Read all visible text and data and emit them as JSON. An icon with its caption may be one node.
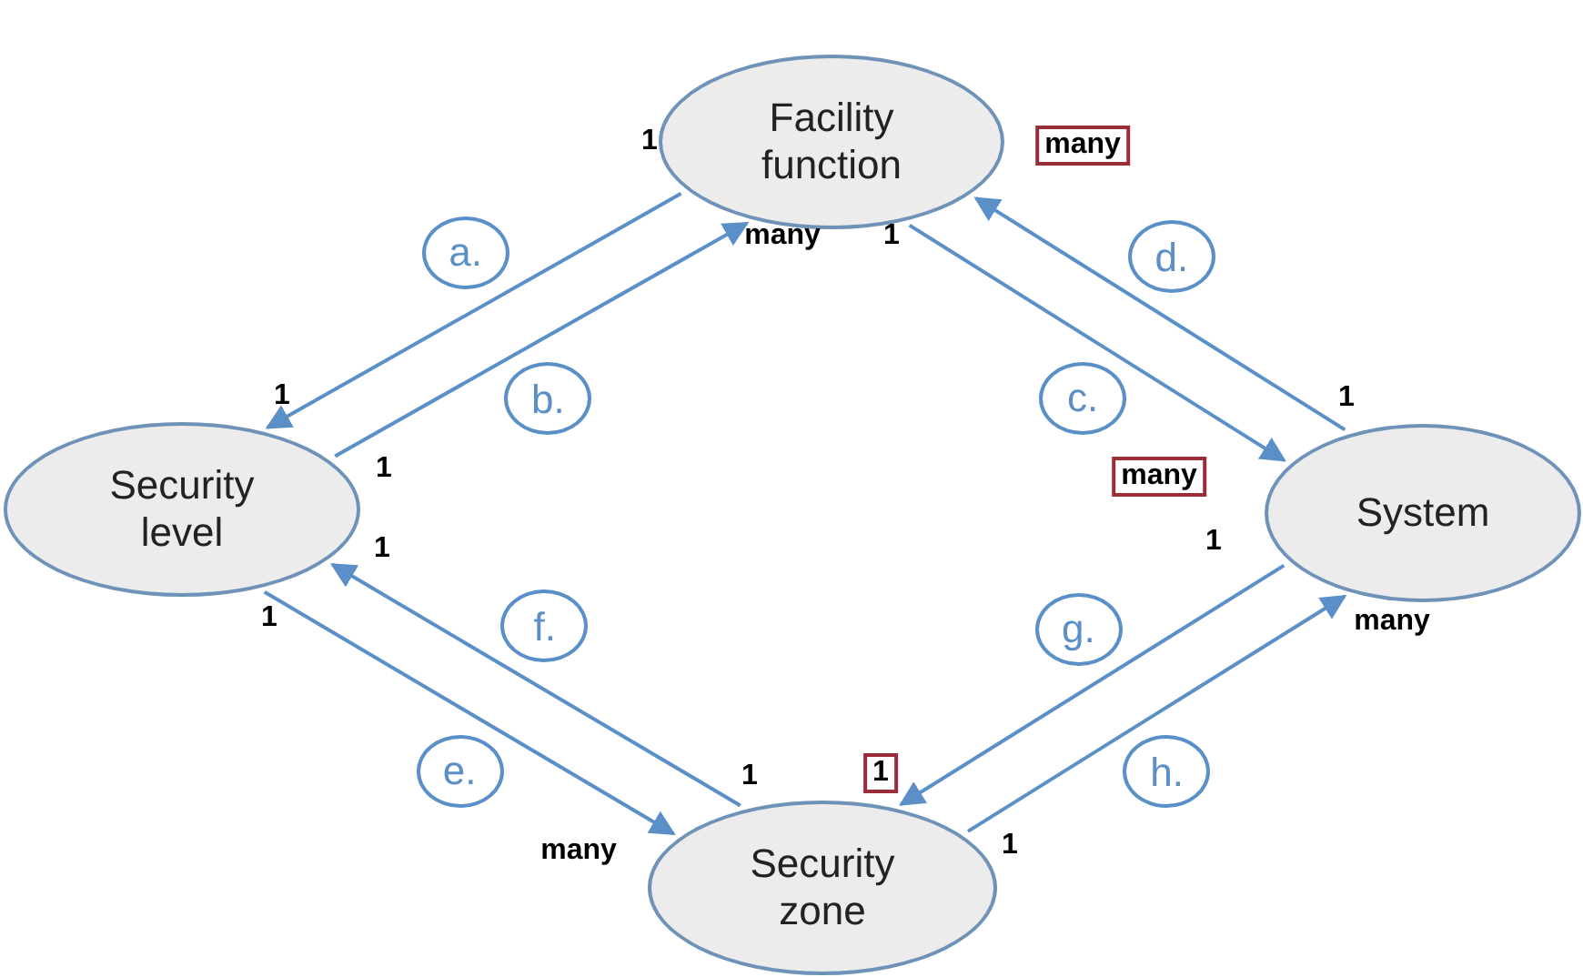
{
  "diagram": {
    "nodes": [
      {
        "text": [
          "Facility function"
        ]
      },
      {
        "text": [
          "Security level"
        ]
      },
      {
        "text": [
          "System"
        ]
      },
      {
        "text": [
          "Security zone"
        ]
      }
    ],
    "edges": [
      {
        "from": 0,
        "to": 1,
        "arrow": "to",
        "label": "a."
      },
      {
        "from": 1,
        "to": 0,
        "arrow": "to",
        "label": "b."
      },
      {
        "from": 0,
        "to": 2,
        "arrow": "to",
        "label": "c."
      },
      {
        "from": 2,
        "to": 0,
        "arrow": "to",
        "label": "d."
      },
      {
        "from": 1,
        "to": 3,
        "arrow": "to",
        "label": "e."
      },
      {
        "from": 3,
        "to": 1,
        "arrow": "to",
        "label": "f."
      },
      {
        "from": 2,
        "to": 3,
        "arrow": "to",
        "label": "g."
      },
      {
        "from": 3,
        "to": 2,
        "arrow": "to",
        "label": "h."
      }
    ],
    "labels": [
      "1",
      "many",
      "many",
      "1",
      "1",
      "1",
      "1",
      "many",
      "1",
      "1",
      "1",
      "many",
      "1",
      "1",
      "many",
      "1"
    ]
  }
}
